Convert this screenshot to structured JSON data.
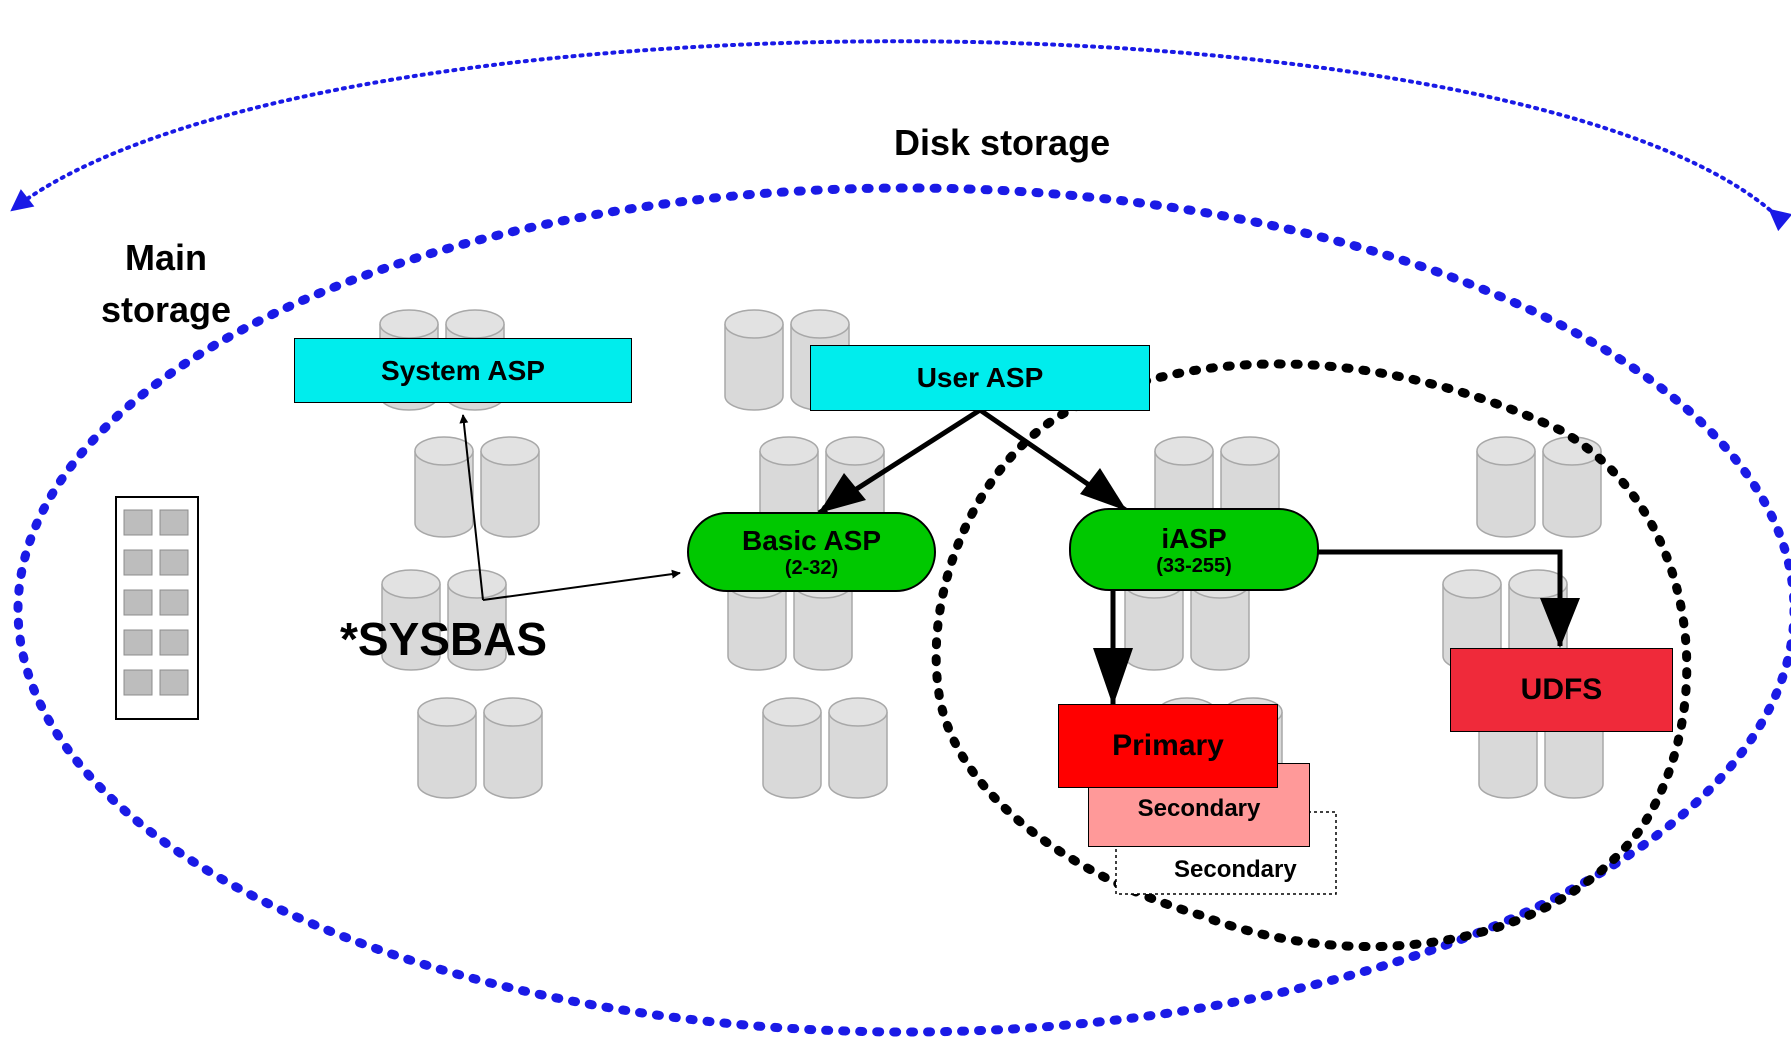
{
  "labels": {
    "disk_storage": "Disk storage",
    "main_storage": "Main storage",
    "sysbas": "*SYSBAS"
  },
  "nodes": {
    "system_asp": {
      "label": "System ASP"
    },
    "user_asp": {
      "label": "User ASP"
    },
    "basic_asp": {
      "label": "Basic ASP",
      "range": "(2-32)"
    },
    "iasp": {
      "label": "iASP",
      "range": "(33-255)"
    },
    "primary": {
      "label": "Primary"
    },
    "secondary_1": {
      "label": "Secondary"
    },
    "secondary_2": {
      "label": "Secondary"
    },
    "udfs": {
      "label": "UDFS"
    }
  },
  "colors": {
    "asp_header": "#00eded",
    "asp_pool": "#00c800",
    "primary": "#ff0000",
    "secondary": "#ff9999",
    "udfs": "#ef2a3a",
    "boundary_blue": "#1a1ae6",
    "boundary_black": "#000000",
    "disk": "#d9d9d9"
  }
}
